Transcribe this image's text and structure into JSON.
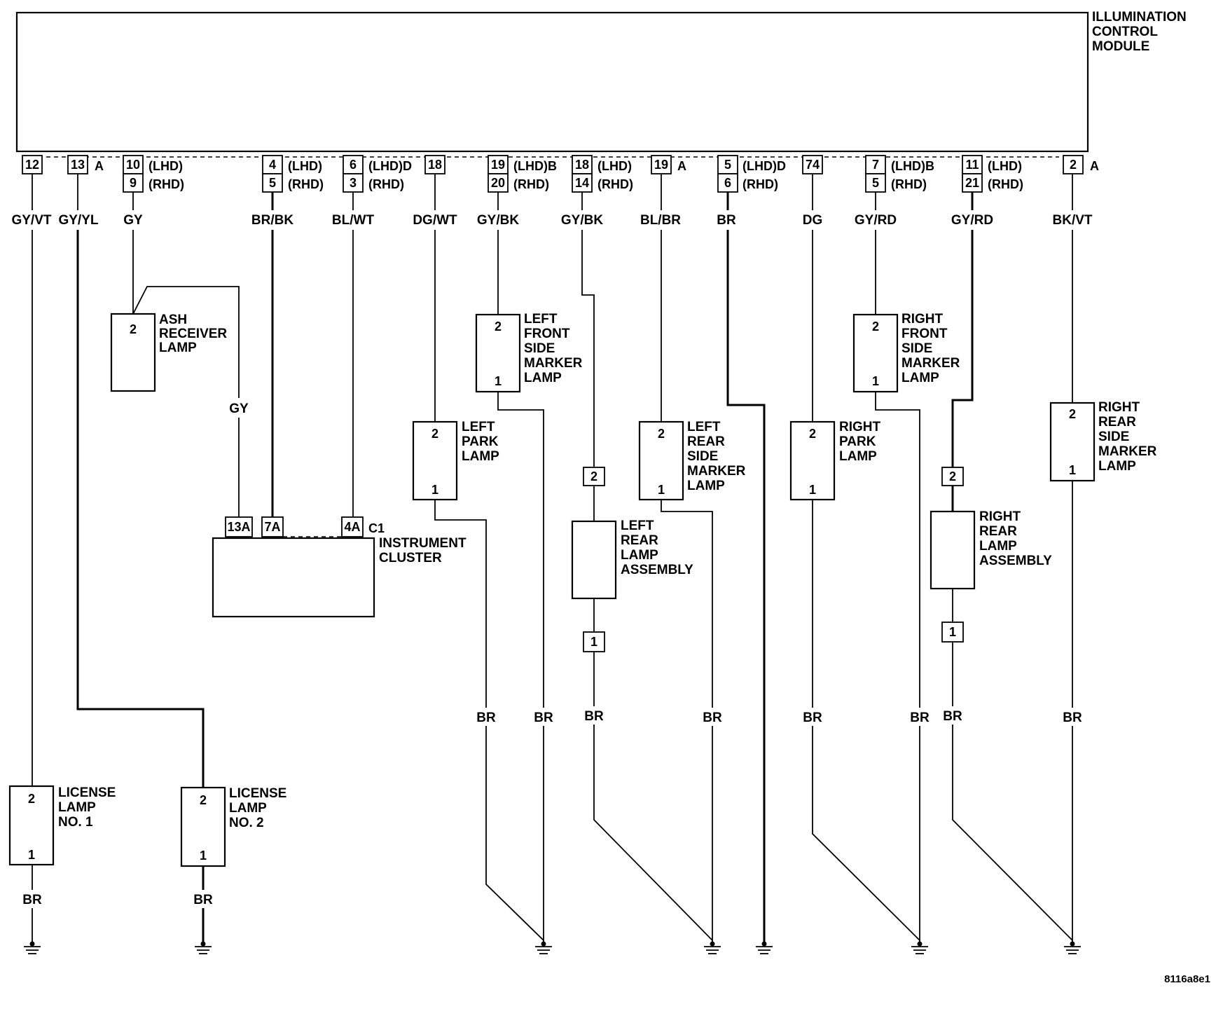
{
  "module": {
    "name_lines": [
      "ILLUMINATION",
      "CONTROL",
      "MODULE"
    ]
  },
  "module_pins": [
    {
      "id": "p12",
      "pins": [
        "12"
      ],
      "notes": []
    },
    {
      "id": "p13",
      "pins": [
        "13"
      ],
      "notes": [
        "A"
      ]
    },
    {
      "id": "p10",
      "pins": [
        "10",
        "9"
      ],
      "notes": [
        "(LHD)",
        "(RHD)"
      ]
    },
    {
      "id": "p4",
      "pins": [
        "4",
        "5"
      ],
      "notes": [
        "(LHD)",
        "(RHD)"
      ]
    },
    {
      "id": "p6",
      "pins": [
        "6",
        "3"
      ],
      "notes": [
        "(LHD)D",
        "(RHD)"
      ]
    },
    {
      "id": "p18a",
      "pins": [
        "18"
      ],
      "notes": []
    },
    {
      "id": "p19a",
      "pins": [
        "19",
        "20"
      ],
      "notes": [
        "(LHD)B",
        "(RHD)"
      ]
    },
    {
      "id": "p18b",
      "pins": [
        "18",
        "14"
      ],
      "notes": [
        "(LHD)",
        "(RHD)"
      ]
    },
    {
      "id": "p19b",
      "pins": [
        "19"
      ],
      "notes": [
        "A"
      ]
    },
    {
      "id": "p5",
      "pins": [
        "5",
        "6"
      ],
      "notes": [
        "(LHD)D",
        "(RHD)"
      ]
    },
    {
      "id": "p74",
      "pins": [
        "74"
      ],
      "notes": []
    },
    {
      "id": "p7",
      "pins": [
        "7",
        "5"
      ],
      "notes": [
        "(LHD)B",
        "(RHD)"
      ]
    },
    {
      "id": "p11",
      "pins": [
        "11",
        "21"
      ],
      "notes": [
        "(LHD)",
        "(RHD)"
      ]
    },
    {
      "id": "p2",
      "pins": [
        "2"
      ],
      "notes": [
        "A"
      ]
    }
  ],
  "wire_colors": [
    "GY/VT",
    "GY/YL",
    "GY",
    "BR/BK",
    "BL/WT",
    "DG/WT",
    "GY/BK",
    "GY/BK",
    "BL/BR",
    "BR",
    "DG",
    "GY/RD",
    "GY/RD",
    "BK/VT"
  ],
  "gy_label": "GY",
  "ground_label": "BR",
  "components": {
    "ash_receiver": {
      "pin": "2",
      "name_lines": [
        "ASH",
        "RECEIVER",
        "LAMP"
      ]
    },
    "left_front_side_marker": {
      "pin_top": "2",
      "pin_bottom": "1",
      "name_lines": [
        "LEFT",
        "FRONT",
        "SIDE",
        "MARKER",
        "LAMP"
      ]
    },
    "right_front_side_marker": {
      "pin_top": "2",
      "pin_bottom": "1",
      "name_lines": [
        "RIGHT",
        "FRONT",
        "SIDE",
        "MARKER",
        "LAMP"
      ]
    },
    "left_park": {
      "pin_top": "2",
      "pin_bottom": "1",
      "name_lines": [
        "LEFT",
        "PARK",
        "LAMP"
      ]
    },
    "left_rear_side_marker": {
      "pin_top": "2",
      "pin_bottom": "1",
      "name_lines": [
        "LEFT",
        "REAR",
        "SIDE",
        "MARKER",
        "LAMP"
      ]
    },
    "right_park": {
      "pin_top": "2",
      "pin_bottom": "1",
      "name_lines": [
        "RIGHT",
        "PARK",
        "LAMP"
      ]
    },
    "right_rear_side_marker": {
      "pin_top": "2",
      "pin_bottom": "1",
      "name_lines": [
        "RIGHT",
        "REAR",
        "SIDE",
        "MARKER",
        "LAMP"
      ]
    },
    "left_rear_lamp_assembly": {
      "pin_top": "2",
      "pin_bottom": "1",
      "name_lines": [
        "LEFT",
        "REAR",
        "LAMP",
        "ASSEMBLY"
      ]
    },
    "right_rear_lamp_assembly": {
      "pin_top": "2",
      "pin_bottom": "1",
      "name_lines": [
        "RIGHT",
        "REAR",
        "LAMP",
        "ASSEMBLY"
      ]
    },
    "instrument_cluster": {
      "pins": [
        "13A",
        "7A",
        "4A"
      ],
      "connector": "C1",
      "name_lines": [
        "INSTRUMENT",
        "CLUSTER"
      ]
    },
    "license_lamp_1": {
      "pin_top": "2",
      "pin_bottom": "1",
      "name_lines": [
        "LICENSE",
        "LAMP",
        "NO. 1"
      ]
    },
    "license_lamp_2": {
      "pin_top": "2",
      "pin_bottom": "1",
      "name_lines": [
        "LICENSE",
        "LAMP",
        "NO. 2"
      ]
    }
  },
  "figure_id": "8116a8e1"
}
